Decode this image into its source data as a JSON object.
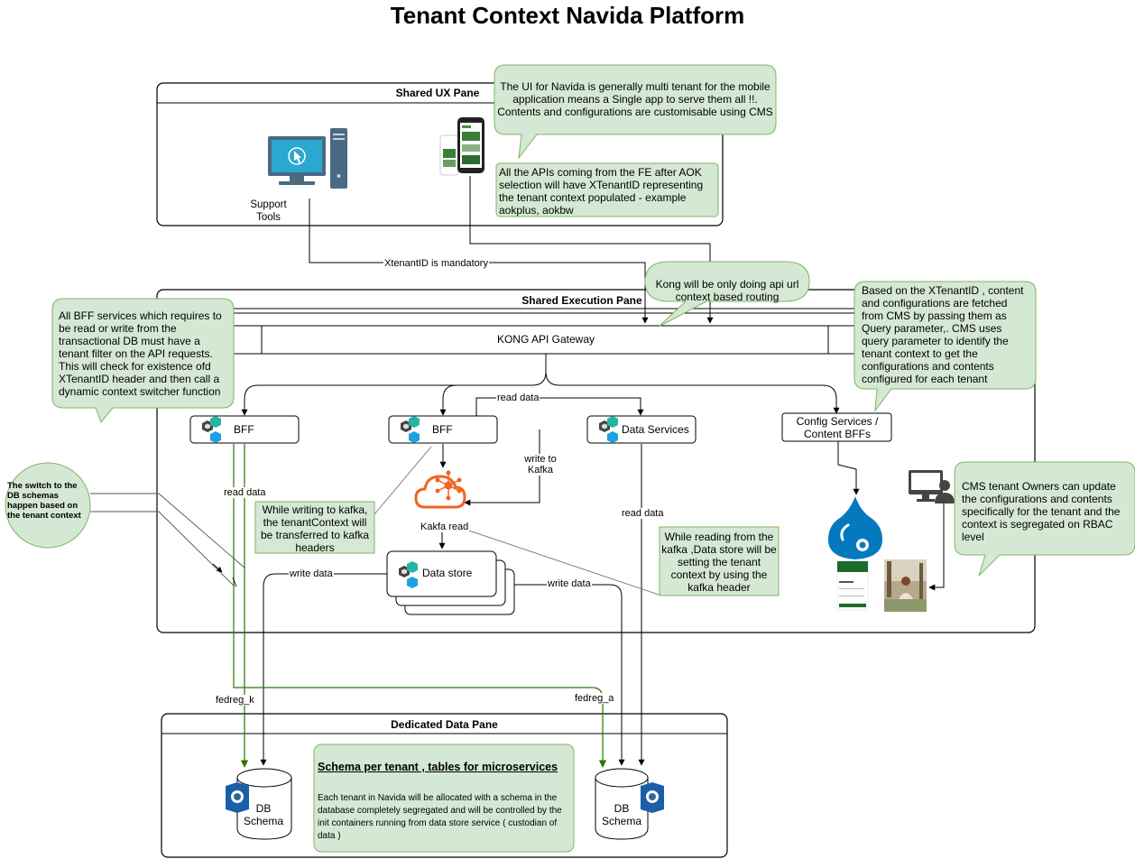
{
  "title": "Tenant Context Navida Platform",
  "panes": {
    "shared_ux": "Shared UX Pane",
    "shared_execution": "Shared Execution Pane",
    "dedicated_data": "Dedicated Data Pane"
  },
  "nodes": {
    "support_tools": "Support Tools",
    "kong": "KONG API Gateway",
    "bff_left": "BFF",
    "bff_mid": "BFF",
    "data_services": "Data Services",
    "config_services": "Config Services / Content BFFs",
    "data_store": "Data store",
    "db_left": "DB Schema",
    "db_right": "DB Schema"
  },
  "edge_labels": {
    "xtenant_mandatory": "XtenantID is mandatory",
    "read_data_top": "read data",
    "write_to_kafka": "write to Kafka",
    "kafka_read": "Kakfa read",
    "read_data_left": "read data",
    "read_data_right": "read data",
    "write_data_left": "write data",
    "write_data_right": "write data",
    "fedreg_k": "fedreg_k",
    "fedreg_a": "fedreg_a"
  },
  "notes": {
    "ui_multi_tenant": "The UI for Navida is generally multi tenant for the mobile application means a Single app to serve them all !!. Contents and configurations are customisable using CMS",
    "apis_fe": "All the APIs coming from the FE after AOK selection will have XTenantID representing the tenant context populated - example aokplus, aokbw",
    "kong_routing": "Kong will be only doing api url context based routing",
    "cms_fetch": "Based on the XTenantID , content and configurations are fetched from CMS by passing them as Query parameter,. CMS uses query parameter to identify the tenant context to get the configurations and contents configured for each tenant",
    "bff_filter": "All BFF services which requires to be read or write from the transactional DB must have a tenant filter on the API requests. This will check for existence ofd XTenantID header and then call a dynamic context switcher function",
    "schema_switch": "The switch to the DB schemas happen based on the tenant context",
    "kafka_write": "While writing to kafka, the tenantContext will be transferred to kafka headers",
    "kafka_read_note": "While reading  from the kafka  ,Data store will be setting the tenant context by using the kafka header",
    "cms_owners": "CMS tenant Owners can update the configurations and contents specifically for the tenant and the context is segregated on RBAC level",
    "schema_heading": "Schema per tenant , tables for microservices",
    "schema_body": "Each tenant in Navida will be allocated with a schema in the database completely segregated and will be controlled by the init containers running from data store service ( custodian of data )"
  },
  "colors": {
    "note_fill": "#d5e8d4",
    "note_stroke": "#82b366",
    "green_line": "#2d7600",
    "kafka_orange": "#f26522",
    "drupal_blue": "#0678be",
    "teal": "#26b5a4",
    "postgres_blue": "#336791"
  },
  "icons": {
    "support": "desktop-computer-icon",
    "mobile": "mobile-app-icon",
    "kafka": "kafka-cloud-icon",
    "drupal": "drupal-cms-icon",
    "cms_owner": "cms-owner-icon",
    "service": "microservice-hexagon-icon",
    "database": "postgres-elephant-icon"
  }
}
